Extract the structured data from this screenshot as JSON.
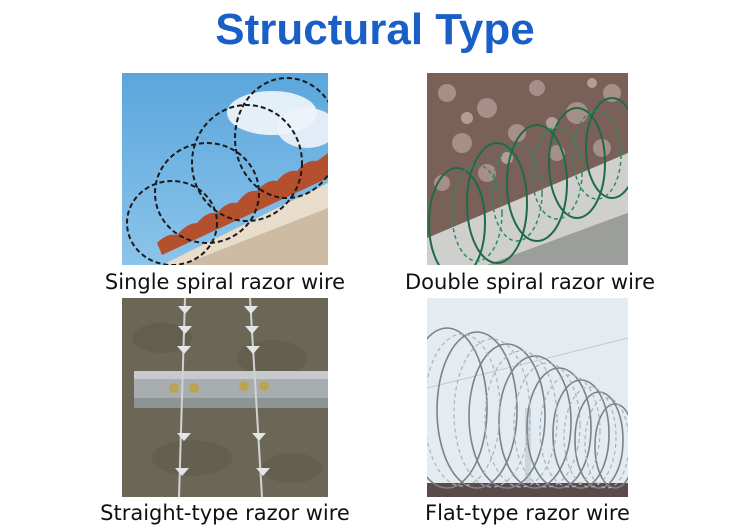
{
  "title": "Structural Type",
  "colors": {
    "title": "#1a5fc8",
    "caption": "#111111",
    "background": "#ffffff"
  },
  "items": [
    {
      "caption": "Single spiral razor wire",
      "image": "single-spiral-razor-wire-photo"
    },
    {
      "caption": "Double spiral razor wire",
      "image": "double-spiral-razor-wire-photo"
    },
    {
      "caption": "Straight-type razor wire",
      "image": "straight-type-razor-wire-photo"
    },
    {
      "caption": "Flat-type razor wire",
      "image": "flat-type-razor-wire-photo"
    }
  ]
}
